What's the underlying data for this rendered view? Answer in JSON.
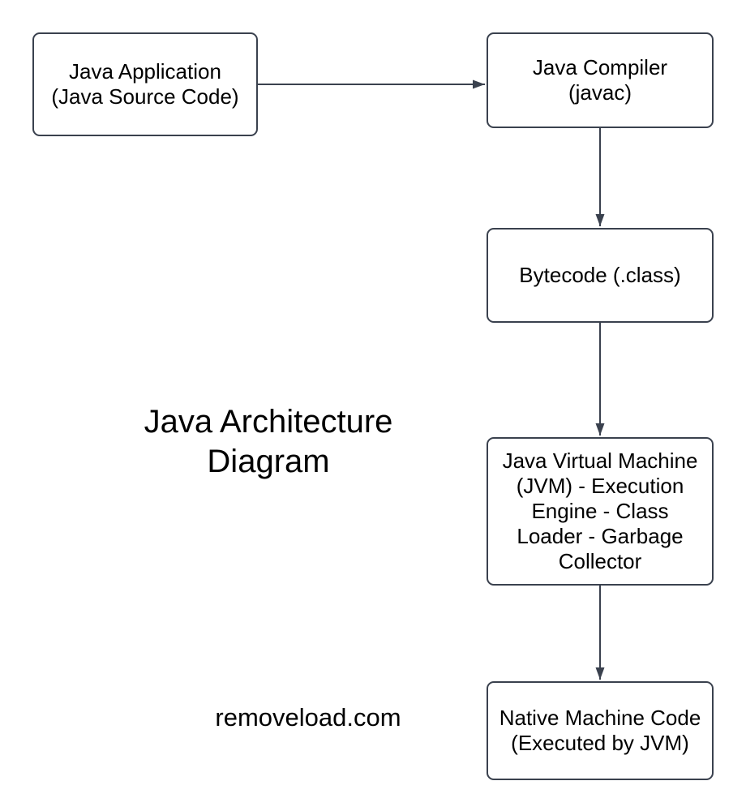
{
  "diagram": {
    "title_text": "Java Architecture\nDiagram",
    "watermark": "removeload.com",
    "stroke_color": "#3a414e",
    "text_color": "#000000",
    "background_color": "#ffffff",
    "nodes": [
      {
        "id": "java-application",
        "text": "Java Application\n(Java Source Code)"
      },
      {
        "id": "java-compiler",
        "text": "Java Compiler\n(javac)"
      },
      {
        "id": "bytecode",
        "text": "Bytecode (.class)"
      },
      {
        "id": "jvm",
        "text": "Java Virtual Machine\n(JVM) - Execution\nEngine - Class\nLoader - Garbage\nCollector"
      },
      {
        "id": "native-machine-code",
        "text": "Native Machine Code\n(Executed by JVM)"
      }
    ],
    "edges": [
      {
        "from": "java-application",
        "to": "java-compiler",
        "direction": "right"
      },
      {
        "from": "java-compiler",
        "to": "bytecode",
        "direction": "down"
      },
      {
        "from": "bytecode",
        "to": "jvm",
        "direction": "down"
      },
      {
        "from": "jvm",
        "to": "native-machine-code",
        "direction": "down"
      }
    ]
  }
}
